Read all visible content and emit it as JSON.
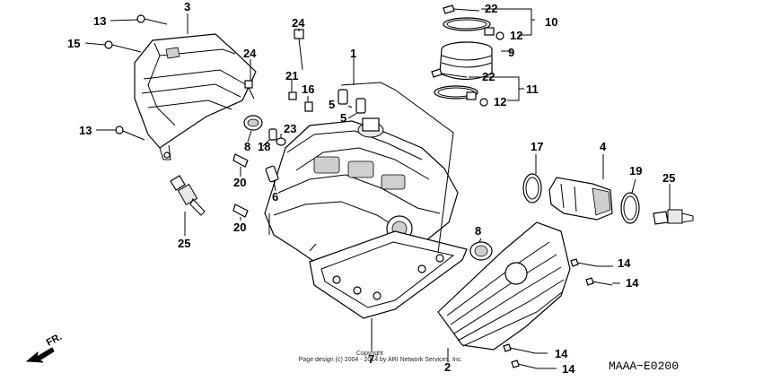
{
  "diagram": {
    "code": "MAAA−E0200",
    "copyright_line1": "Copyright",
    "copyright_line2": "Page design (c) 2004 - 2014 by ARI Network Services, Inc.",
    "direction_label": "FR.",
    "callouts": {
      "c1": "1",
      "c2": "2",
      "c3": "3",
      "c4": "4",
      "c5a": "5",
      "c5b": "5",
      "c6": "6",
      "c7": "7",
      "c8a": "8",
      "c8b": "8",
      "c9": "9",
      "c10": "10",
      "c11": "11",
      "c12a": "12",
      "c12b": "12",
      "c13a": "13",
      "c13b": "13",
      "c14a": "14",
      "c14b": "14",
      "c14c": "14",
      "c14d": "14",
      "c15": "15",
      "c16": "16",
      "c17": "17",
      "c18": "18",
      "c19": "19",
      "c20a": "20",
      "c20b": "20",
      "c21": "21",
      "c22a": "22",
      "c22b": "22",
      "c23": "23",
      "c24a": "24",
      "c24b": "24",
      "c25a": "25",
      "c25b": "25"
    }
  }
}
